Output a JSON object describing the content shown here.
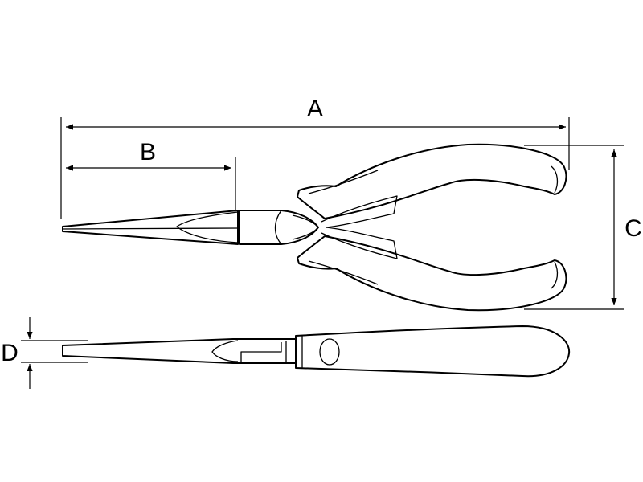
{
  "dimensions": {
    "a": "A",
    "b": "B",
    "c": "C",
    "d": "D"
  },
  "colors": {
    "line": "#000000",
    "background": "#ffffff"
  }
}
